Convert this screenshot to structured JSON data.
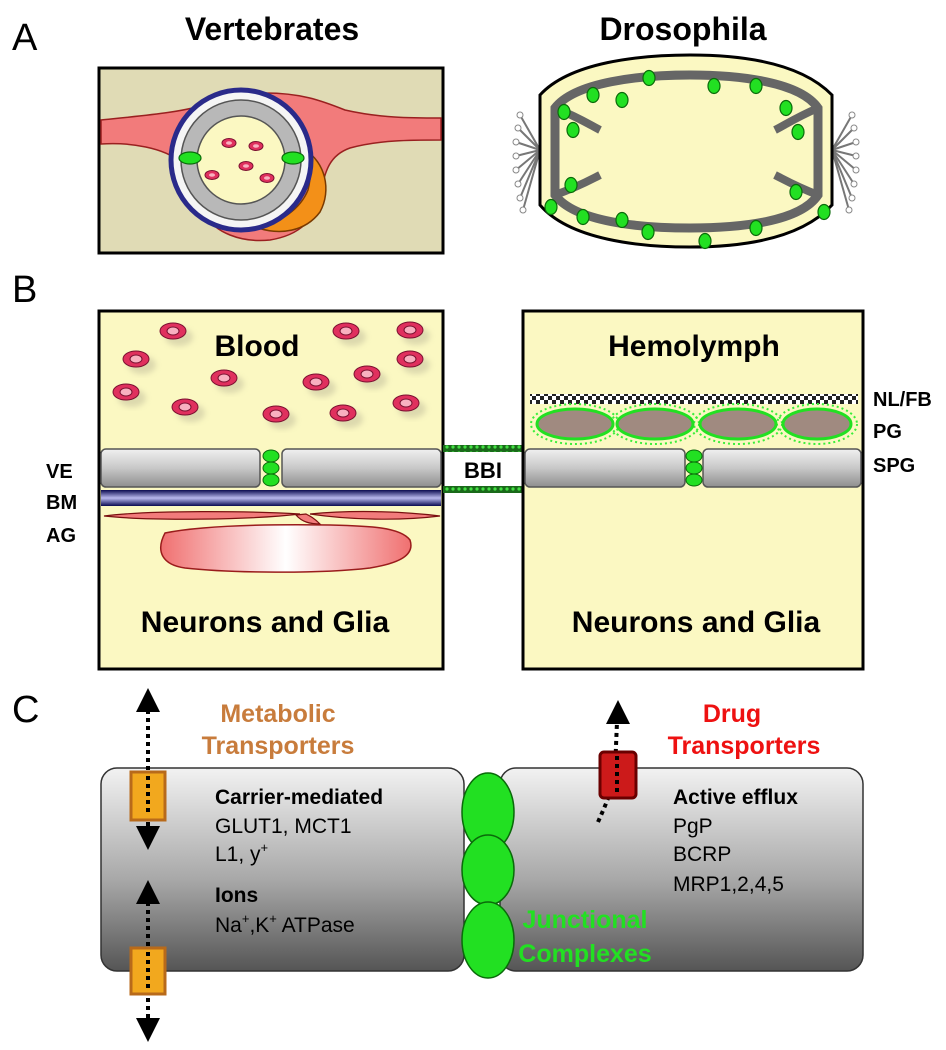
{
  "panel_a": {
    "letter": "A",
    "left_title": "Vertebrates",
    "right_title": "Drosophila"
  },
  "panel_b": {
    "letter": "B",
    "left_top_label": "Blood",
    "left_bottom_label": "Neurons and Glia",
    "right_top_label": "Hemolymph",
    "right_bottom_label": "Neurons and Glia",
    "left_layer_labels": [
      "VE",
      "BM",
      "AG"
    ],
    "right_layer_labels": [
      "NL/FB",
      "PG",
      "SPG"
    ],
    "bridge_label": "BBI"
  },
  "panel_c": {
    "letter": "C",
    "metabolic_title": [
      "Metabolic",
      "Transporters"
    ],
    "drug_title": [
      "Drug",
      "Transporters"
    ],
    "carrier_heading": "Carrier-mediated",
    "carrier_items": [
      "GLUT1, MCT1",
      "L1, y"
    ],
    "carrier_sup": "+",
    "ions_heading": "Ions",
    "ions_text": {
      "na": "Na",
      "k": ",K",
      "rest": " ATPase",
      "sup": "+"
    },
    "efflux_heading": "Active efflux",
    "efflux_items": [
      "PgP",
      "BCRP",
      "MRP1,2,4,5"
    ],
    "junction_label": [
      "Junctional",
      "Complexes"
    ]
  },
  "colors": {
    "beige": "#e0dbb5",
    "cream": "#fbf8c2",
    "vessel": "#f27b7b",
    "rbc": "#e0305e",
    "junction": "#22e022",
    "metabolic": "#c87c3c",
    "drug": "#ee1111",
    "transporter_yellow": "#f2a81e",
    "transporter_red": "#cc1a1a",
    "basement": "#1c1c7a"
  },
  "icons": [
    "arrow-up-icon",
    "arrow-down-icon",
    "transporter-icon"
  ]
}
